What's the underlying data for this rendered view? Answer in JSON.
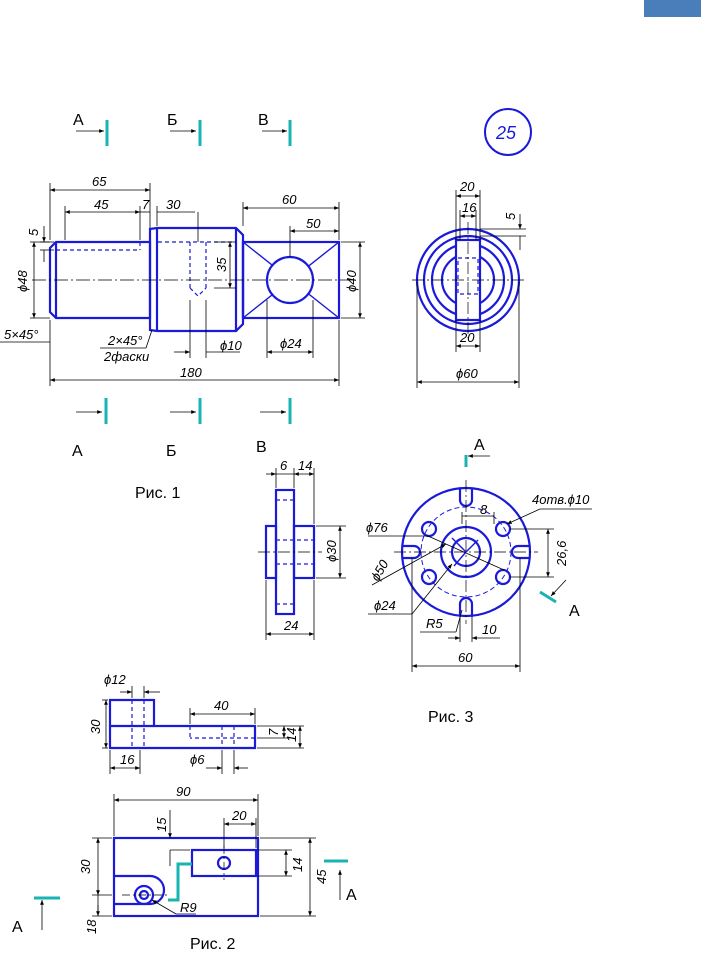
{
  "page_tab_color": "#4a7ebb",
  "drawing_color": "#1a1ad8",
  "section_marker_color": "#19b3b3",
  "fig1": {
    "caption": "Рис. 1",
    "variant_number": "25",
    "section_labels": [
      "А",
      "Б",
      "В"
    ],
    "dims": {
      "d65": "65",
      "d45": "45",
      "d7": "7",
      "d30": "30",
      "d60": "60",
      "d50": "50",
      "d5": "5",
      "d48": "ϕ48",
      "d35": "35",
      "d40": "ϕ40",
      "chamfer1": "5×45°",
      "chamfer2": "2×45°",
      "chamfer2_note": "2фаски",
      "d10": "ϕ10",
      "d24": "ϕ24",
      "d180": "180"
    },
    "side": {
      "d20top": "20",
      "d16": "16",
      "d5": "5",
      "d20bot": "20",
      "d60": "ϕ60"
    }
  },
  "fig3": {
    "caption": "Рис. 3",
    "section_label": "А",
    "dims": {
      "d6": "6",
      "d14": "14",
      "d30": "ϕ30",
      "d24": "24",
      "holes": "4отв.ϕ10",
      "d8": "8",
      "d76": "ϕ76",
      "d266": "26,6",
      "d50": "ϕ50",
      "d24b": "ϕ24",
      "r5": "R5",
      "d10": "10",
      "d60": "60"
    }
  },
  "fig2": {
    "caption": "Рис. 2",
    "section_label": "А",
    "dims": {
      "d12": "ϕ12",
      "d40": "40",
      "d30": "30",
      "d7": "7",
      "d14": "14",
      "d16": "16",
      "d6": "ϕ6",
      "d90": "90",
      "d15": "15",
      "d20": "20",
      "d30b": "30",
      "d14b": "14",
      "d45": "45",
      "r9": "R9",
      "d18": "18"
    }
  }
}
